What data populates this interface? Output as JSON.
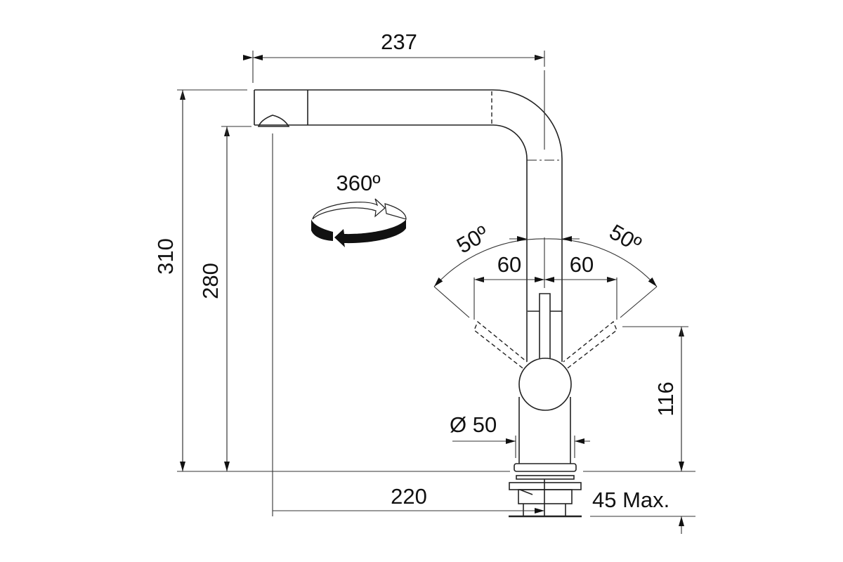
{
  "dimensions": {
    "overall_reach": "237",
    "overall_height": "310",
    "spout_height": "280",
    "spout_reach": "220",
    "lever_height": "116",
    "base_diameter": "Ø 50",
    "max_mounting_thickness": "45 Max.",
    "swivel_angle": "360º",
    "lever_angle_left": "50º",
    "lever_angle_right": "50º",
    "lever_offset_left": "60",
    "lever_offset_right": "60"
  }
}
